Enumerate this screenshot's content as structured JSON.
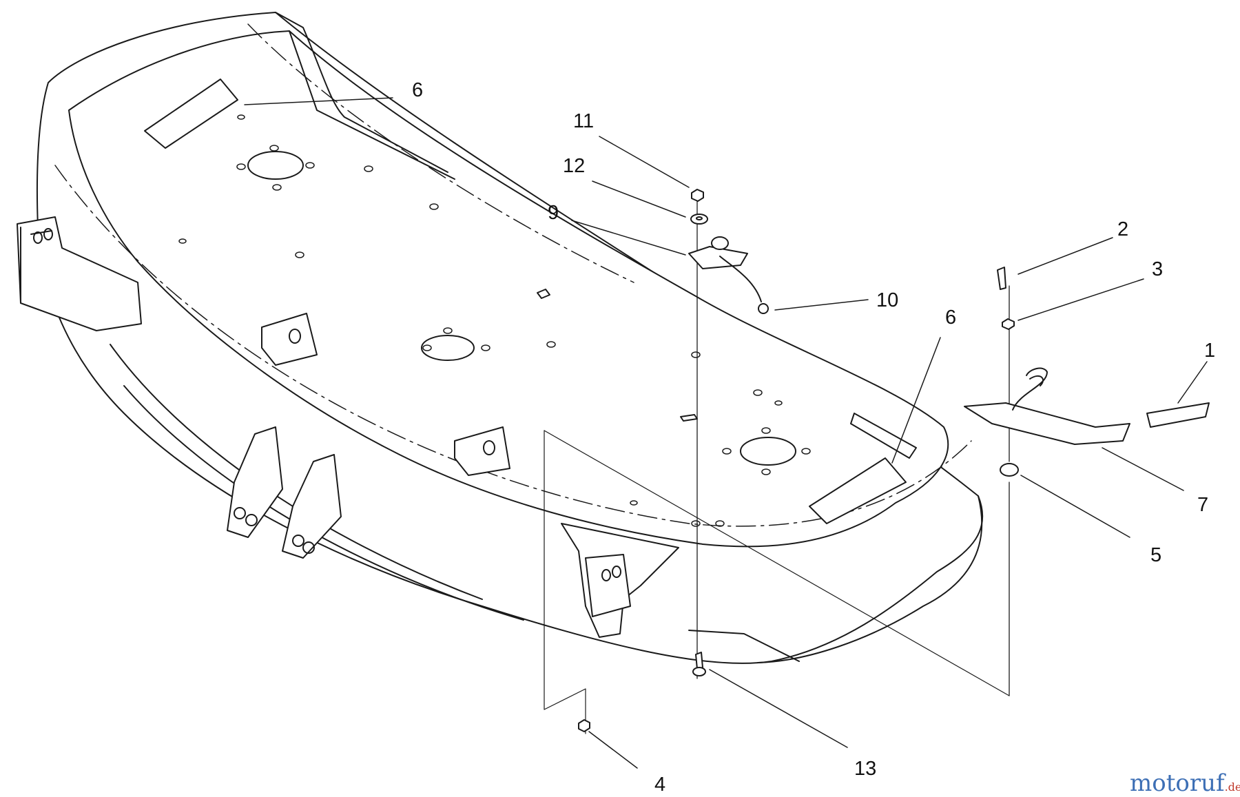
{
  "callouts": [
    {
      "id": "c6a",
      "label": "6"
    },
    {
      "id": "c11",
      "label": "11"
    },
    {
      "id": "c12",
      "label": "12"
    },
    {
      "id": "c9",
      "label": "9"
    },
    {
      "id": "c10",
      "label": "10"
    },
    {
      "id": "c2",
      "label": "2"
    },
    {
      "id": "c3",
      "label": "3"
    },
    {
      "id": "c1",
      "label": "1"
    },
    {
      "id": "c6b",
      "label": "6"
    },
    {
      "id": "c7",
      "label": "7"
    },
    {
      "id": "c5",
      "label": "5"
    },
    {
      "id": "c13",
      "label": "13"
    },
    {
      "id": "c4",
      "label": "4"
    }
  ],
  "watermark": {
    "brand": "motoruf",
    "suffix": ".de"
  },
  "colors": {
    "line": "#1a1a1a",
    "part_fill": "#ffffff",
    "brand_a": "#3d6fb5",
    "brand_b": "#c0392b"
  }
}
